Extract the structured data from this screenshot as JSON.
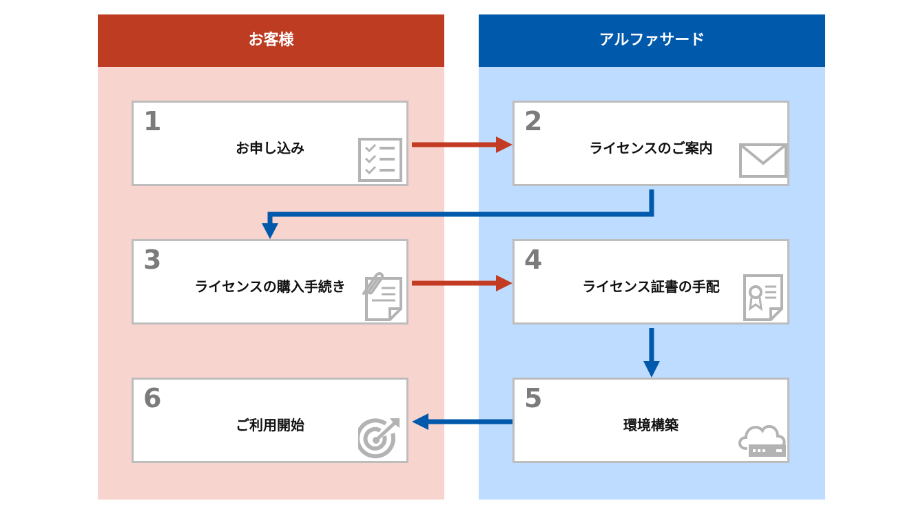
{
  "lanes": {
    "customer": "お客様",
    "vendor": "アルファサード"
  },
  "steps": [
    {
      "num": "1",
      "label": "お申し込み",
      "icon": "checklist-icon"
    },
    {
      "num": "2",
      "label": "ライセンスのご案内",
      "icon": "envelope-icon"
    },
    {
      "num": "3",
      "label": "ライセンスの購入手続き",
      "icon": "paperclip-document-icon"
    },
    {
      "num": "4",
      "label": "ライセンス証書の手配",
      "icon": "certificate-icon"
    },
    {
      "num": "5",
      "label": "環境構築",
      "icon": "cloud-server-icon"
    },
    {
      "num": "6",
      "label": "ご利用開始",
      "icon": "target-icon"
    }
  ],
  "colors": {
    "customer_header": "#bd3c22",
    "customer_lane": "#f8d4cf",
    "vendor_header": "#0059aa",
    "vendor_lane": "#bddcff",
    "customer_arrow": "#c23b22",
    "vendor_arrow": "#0059aa",
    "box_border": "#bdbdbd",
    "step_number": "#7b7b7b",
    "icon": "#b3b3b3"
  }
}
